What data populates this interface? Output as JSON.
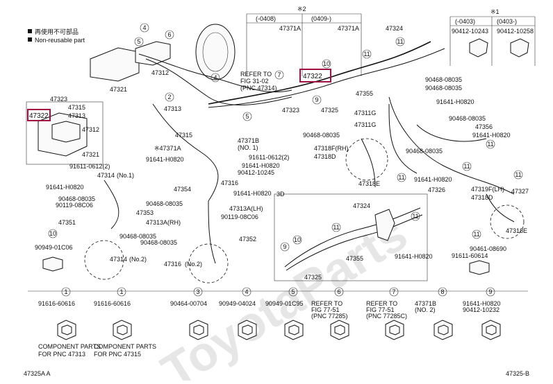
{
  "legend": {
    "line1": "再使用不可部品",
    "line2": "Non-reusable part"
  },
  "variants": {
    "mark1": "※1",
    "mark2": "※2",
    "col1": "(-0408)",
    "col2": "(0409-)",
    "col3": "(-0403)",
    "col4": "(0403-)"
  },
  "labels": {
    "l47371A_1": "47371A",
    "l47371A_2": "47371A",
    "l47324_top": "47324",
    "l90412_10243": "90412-10243",
    "l90412_10258": "90412-10258",
    "l47323": "47323",
    "l47315": "47315",
    "l47313_left": "47313",
    "l47312_left": "47312",
    "l47321_left": "47321",
    "l47322_left": "47322",
    "l47312_mid": "47312",
    "l47321_mid": "47321",
    "l47313_mid": "47313",
    "l47315_mid": "47315",
    "refer_fig31": "REFER TO",
    "refer_fig31_b": "FIG 31-02",
    "refer_fig31_c": "(PNC 47314)",
    "l47322_mid": "47322",
    "l47323_mid": "47323",
    "l47325_mid": "47325",
    "l47355_mid": "47355",
    "l90468_08035_a": "90468-08035",
    "l90468_08035_b": "90468-08035",
    "l91641_H0820_a": "91641-H0820",
    "l47311G": "47311G",
    "l47311G_b": "47311G",
    "l90468_08035_c": "90468-08035",
    "l47356": "47356",
    "l91641_H0820_b": "91641-H0820",
    "l90468_08035_d": "90468-08035",
    "l47371A_mid": "※47371A",
    "l91641_H0820_c": "91641-H0820",
    "l91611_0612_a": "91611-0612(2)",
    "l47314_no1": "47314",
    "l47314_no1_sub": "(No.1)",
    "l91641_H0820_d": "91641-H0820",
    "l90468_08035_e": "90468-08035",
    "l90119_08C06": "90119-08C06",
    "l47353": "47353",
    "l47313A_RH": "47313A(RH)",
    "l47351": "47351",
    "l90468_08035_f": "90468-08035",
    "l90468_08035_g": "90468-08035",
    "l47314_no2": "47314",
    "l47314_no2_sub": "(No.2)",
    "l47371B": "47371B",
    "l47371B_sub": "(NO. 1)",
    "l91641_H0820_e": "91641-H0820",
    "l90412_10245": "90412-10245",
    "l47316_a": "47316",
    "l91641_H0820_f": "91641-H0820",
    "l47354": "47354",
    "l90468_08035_h": "90468-08035",
    "l47313A_LH": "47313A(LH)",
    "l90119_08C06_b": "90119-08C06",
    "l47352": "47352",
    "l47316_b": "47316",
    "l47316_no2": "(No.2)",
    "l91611_0612_b": "91611-0612(2)",
    "l47318D": "47318D",
    "l47318F_RH": "47318F(RH)",
    "l47318E_a": "47318E",
    "l90468_08035_i": "90468-08035",
    "l47326": "47326",
    "l47319F_LH": "47319F(LH)",
    "l47318D_b": "47318D",
    "l47327": "47327",
    "l47318E_b": "47318E",
    "l91641_H0820_g": "91641-H0820",
    "l3D": "3D",
    "l47324_inset": "47324",
    "l47355_inset": "47355",
    "l47325_inset": "47325",
    "l91641_H0820_h": "91641-H0820",
    "l90949_01C06": "90949-01C06",
    "l90461_08690": "90461-08690",
    "l91611_60614": "91611-60614",
    "footer_left": "47325A A",
    "footer_right": "47325-B"
  },
  "callouts": {
    "nums": [
      "1",
      "2",
      "3",
      "4",
      "5",
      "6",
      "7",
      "8",
      "9",
      "10",
      "11"
    ]
  },
  "parts_row": [
    {
      "num": "1",
      "pn": "91616-60616",
      "note1": "COMPONENT PARTS",
      "note2": "FOR PNC 47313"
    },
    {
      "num": "1",
      "pn": "91616-60616",
      "note1": "COMPONENT PARTS",
      "note2": "FOR PNC 47315"
    },
    {
      "num": "3",
      "pn": "90464-00704",
      "note1": "",
      "note2": ""
    },
    {
      "num": "4",
      "pn": "90949-04024",
      "note1": "",
      "note2": ""
    },
    {
      "num": "5",
      "pn": "90949-01C95",
      "note1": "",
      "note2": ""
    },
    {
      "num": "6",
      "pn": "REFER TO",
      "note1": "FIG 77-51",
      "note2": "(PNC 77285)"
    },
    {
      "num": "7",
      "pn": "REFER TO",
      "note1": "FIG 77-51",
      "note2": "(PNC 77285C)"
    },
    {
      "num": "8",
      "pn": "47371B",
      "note1": "(NO. 2)",
      "note2": ""
    },
    {
      "num": "9",
      "pn": "91641-H0820",
      "note1": "90412-10232",
      "note2": ""
    }
  ],
  "watermark": "ToyotaParts"
}
